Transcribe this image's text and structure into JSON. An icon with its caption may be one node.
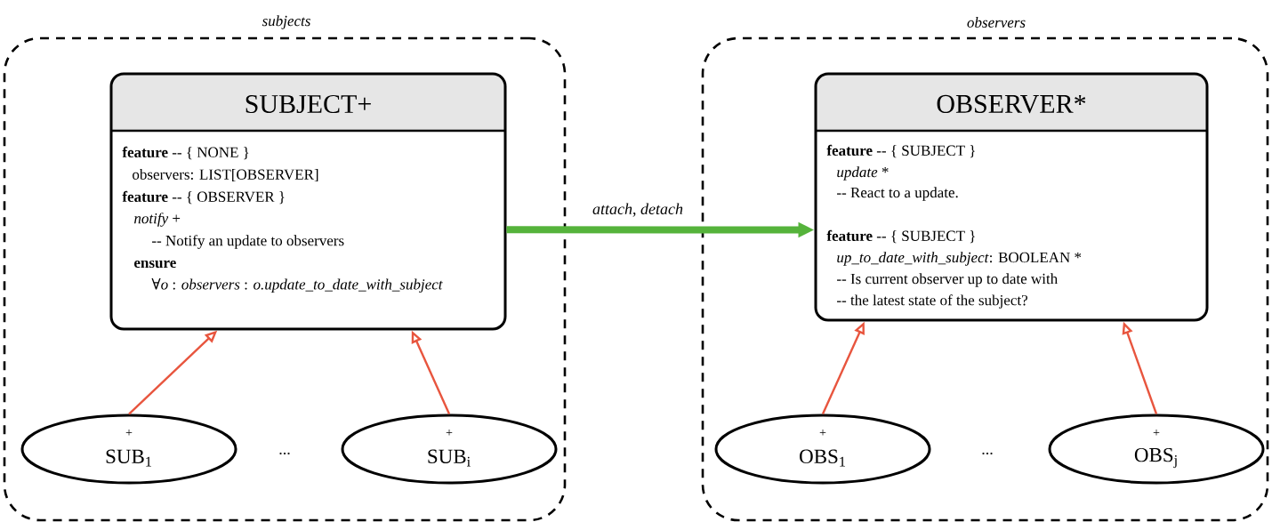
{
  "diagram": {
    "nodes": [
      {
        "text": [
          "subjects"
        ]
      },
      {
        "text": [
          "SUBJECT+",
          "**feature** -- { NONE }",
          "observers: LIST[OBSERVER]",
          "**feature** -- { OBSERVER }",
          "*notify* +",
          "-- Notify an update to observers",
          "**ensure**",
          "∀*o* : *observers* : *o.update_to_date_with_subject*"
        ],
        "in": 0
      },
      {
        "text": [
          "+",
          "SUB$_{1}$"
        ],
        "in": 0
      },
      {
        "text": [
          "+",
          "SUB$_{i}$"
        ],
        "in": 0
      },
      {
        "text": [
          "observers"
        ]
      },
      {
        "text": [
          "OBSERVER*",
          "**feature** -- { SUBJECT }",
          "*update* *",
          "-- React to a update.",
          "**feature** -- { SUBJECT }",
          "*up_to_date_with_subject*: BOOLEAN *",
          "-- Is current observer up to date with",
          "-- the latest state of the subject?"
        ],
        "in": 4
      },
      {
        "text": [
          "+",
          "OBS$_{1}$"
        ],
        "in": 4
      },
      {
        "text": [
          "+",
          "OBS$_{j}$"
        ],
        "in": 4
      }
    ],
    "edges": [
      {
        "from": 2,
        "to": 1,
        "arrow": "to"
      },
      {
        "from": 3,
        "to": 1,
        "arrow": "to"
      },
      {
        "from": 1,
        "to": 5,
        "arrow": "to",
        "label": "*attach*, *detach*",
        "style": "thick",
        "color": "#55b33b"
      },
      {
        "from": 6,
        "to": 5,
        "arrow": "to"
      },
      {
        "from": 7,
        "to": 5,
        "arrow": "to"
      }
    ],
    "labels": [
      "...",
      "..."
    ]
  }
}
